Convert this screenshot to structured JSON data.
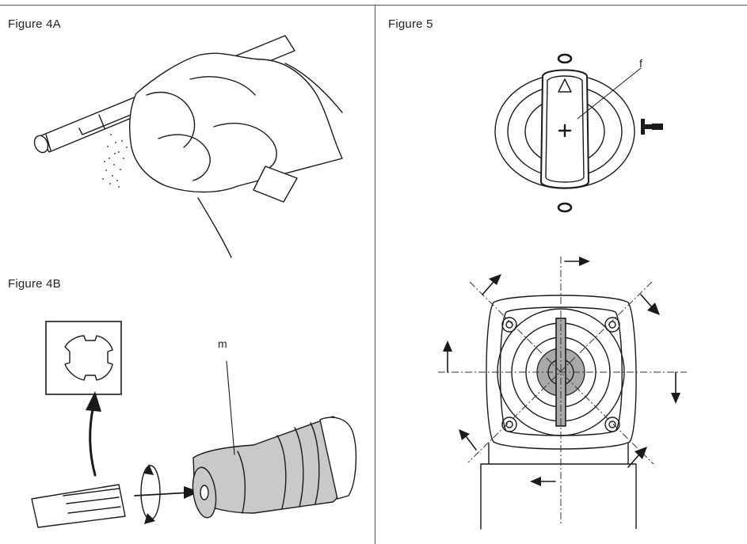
{
  "figures": {
    "fig4a": {
      "label": "Figure 4A"
    },
    "fig4b": {
      "label": "Figure 4B",
      "callout_m": "m"
    },
    "fig5": {
      "label": "Figure 5",
      "callout_f": "f"
    }
  },
  "colors": {
    "rule": "#555555",
    "line_art": "#1a1a1a",
    "chuck_fill": "#c9c9c9"
  },
  "icons": [
    "rag-hand-illustration",
    "bit-shank-illustration",
    "chuck-illustration",
    "selector-knob-illustration",
    "gear-housing-illustration"
  ]
}
